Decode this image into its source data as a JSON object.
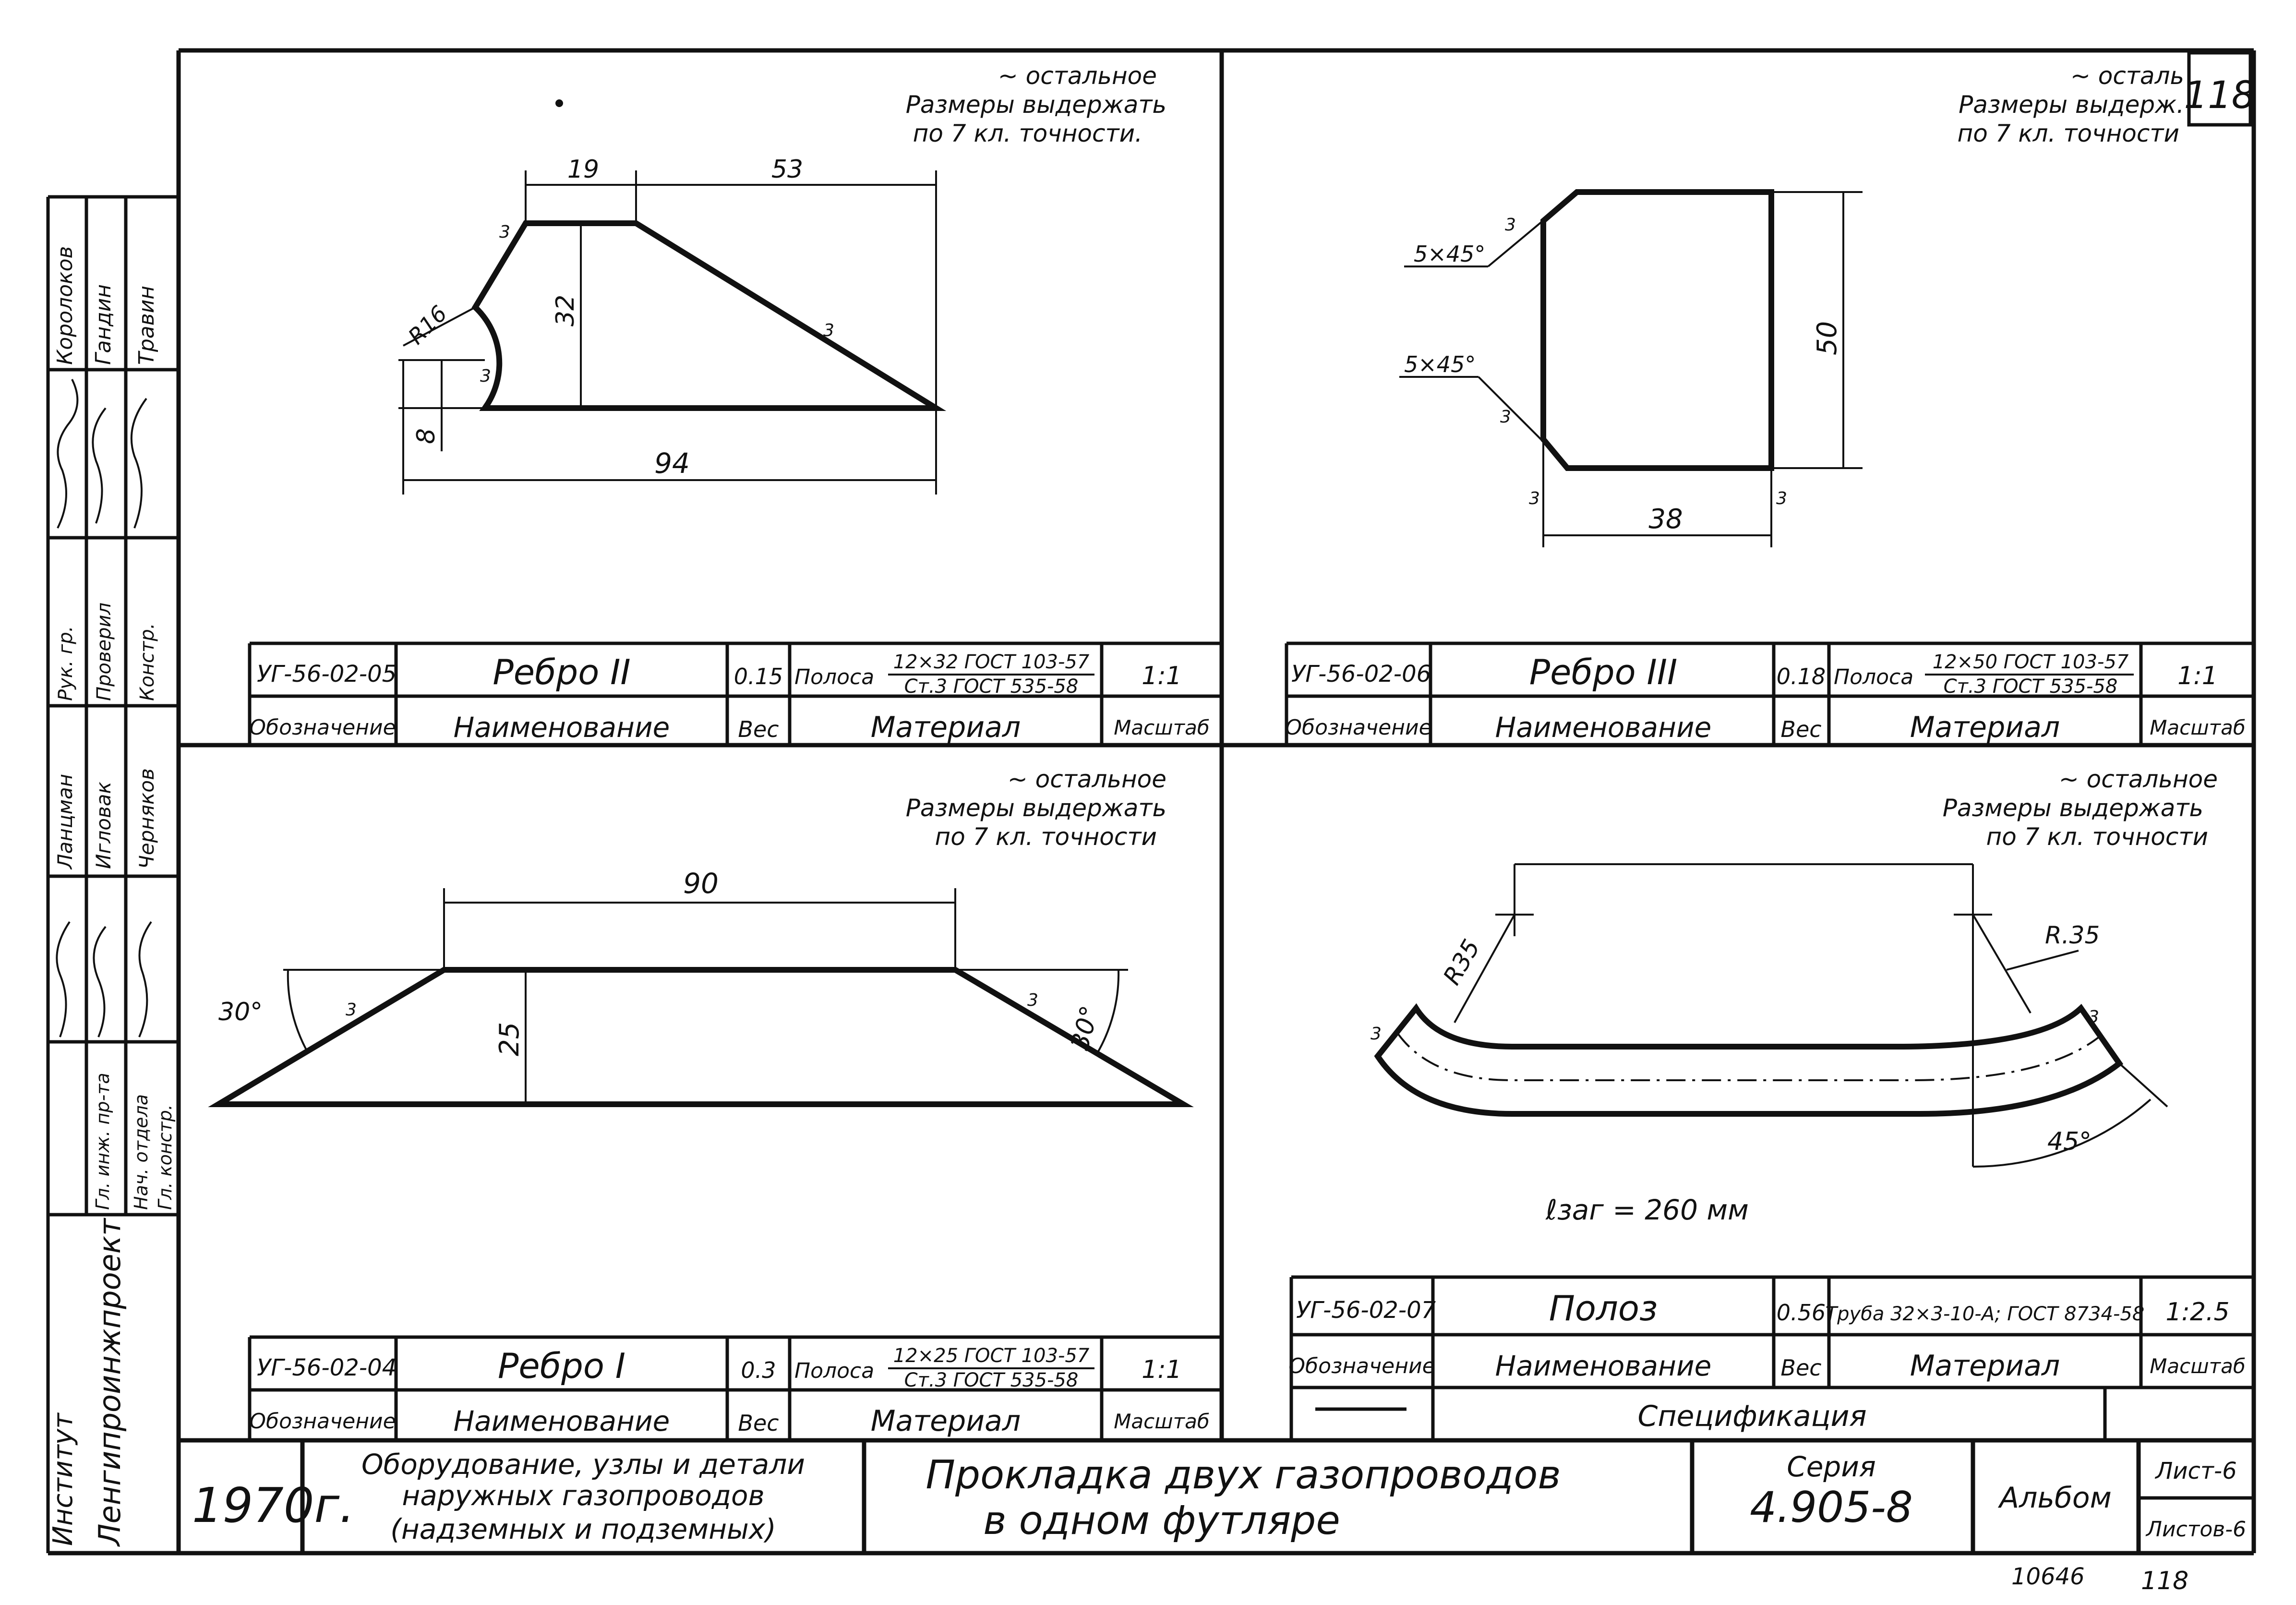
{
  "sheet_number": "118",
  "side_stamp": {
    "roles": [
      "Гл. инж. пр-та",
      "Нач. отдела",
      "Гл. констр.",
      "Рук. гр.",
      "Проверил",
      "Констр."
    ],
    "names": [
      "Ланцман",
      "Игловак",
      "Черняков",
      "Королоков",
      "Гандин",
      "Травин"
    ],
    "institute_label": "Институт",
    "institute_name": "Ленгипроинжпроект"
  },
  "notes": {
    "rebro2": [
      "~ остальное",
      "Размеры выдержать",
      "по 7 кл. точности."
    ],
    "rebro3": [
      "~ осталь",
      "Размеры выдерж.",
      "по 7 кл. точности"
    ],
    "rebro1": [
      "~ остальное",
      "Размеры выдержать",
      "по 7 кл. точности"
    ],
    "poloz": [
      "~ остальное",
      "Размеры выдержать",
      "по 7 кл. точности"
    ]
  },
  "headers": {
    "designation": "Обозначение",
    "name": "Наименование",
    "weight": "Вес",
    "material": "Материал",
    "scale": "Масштаб"
  },
  "parts": {
    "rebro2": {
      "code": "УГ-56-02-05",
      "name": "Ребро II",
      "weight": "0.15",
      "material_type": "Полоса",
      "material_top": "12×32 ГОСТ 103-57",
      "material_bottom": "Ст.3 ГОСТ 535-58",
      "scale": "1:1"
    },
    "rebro3": {
      "code": "УГ-56-02-06",
      "name": "Ребро III",
      "weight": "0.18",
      "material_type": "Полоса",
      "material_top": "12×50 ГОСТ 103-57",
      "material_bottom": "Ст.3 ГОСТ 535-58",
      "scale": "1:1"
    },
    "rebro1": {
      "code": "УГ-56-02-04",
      "name": "Ребро I",
      "weight": "0.3",
      "material_type": "Полоса",
      "material_top": "12×25 ГОСТ 103-57",
      "material_bottom": "Ст.3 ГОСТ 535-58",
      "scale": "1:1"
    },
    "poloz": {
      "code": "УГ-56-02-07",
      "name": "Полоз",
      "weight": "0.56",
      "material": "Труба 32×3-10-А; ГОСТ 8734-58",
      "scale": "1:2.5"
    }
  },
  "dimensions": {
    "rebro2": {
      "top_left": "19",
      "top_right": "53",
      "height": "32",
      "radius": "R16",
      "offset": "8",
      "length": "94",
      "roughness": "3"
    },
    "rebro3": {
      "chamfer_top": "5×45°",
      "chamfer_bottom": "5×45°",
      "height": "50",
      "width": "38",
      "roughness": "3"
    },
    "rebro1": {
      "top": "90",
      "height": "25",
      "angle_left": "30°",
      "angle_right": "30°",
      "roughness": "3"
    },
    "poloz": {
      "radius_left": "R35",
      "radius_right": "R.35",
      "angle": "45°",
      "blank_length": "ℓзаг = 260 мм",
      "roughness": "3"
    }
  },
  "specification_label": "Спецификация",
  "title_block": {
    "year": "1970г.",
    "section": [
      "Оборудование, узлы и детали",
      "наружных газопроводов",
      "(надземных и подземных)"
    ],
    "title": [
      "Прокладка двух газопроводов",
      "в одном футляре"
    ],
    "series_label": "Серия",
    "series": "4.905-8",
    "album": "Альбом",
    "sheet": "Лист-6",
    "sheets": "Листов-6"
  },
  "footer": {
    "archive": "10646",
    "page": "118"
  }
}
